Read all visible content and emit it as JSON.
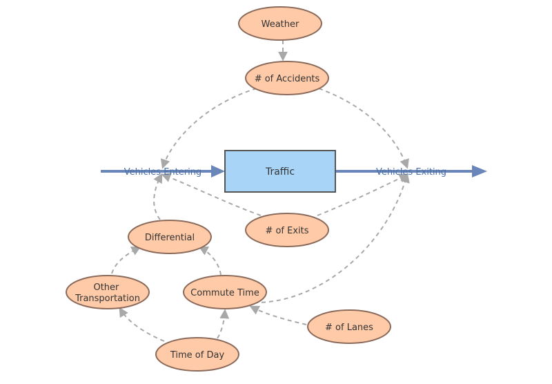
{
  "colors": {
    "aux_fill": "#ffcaa8",
    "aux_stroke": "#8a6a5a",
    "stock_fill": "#a8d4f7",
    "stock_stroke": "#555555",
    "flow": "#6a86b8",
    "link": "#a8a8a8"
  },
  "stock": {
    "label": "Traffic"
  },
  "flows": {
    "entering": "Vehicles Entering",
    "exiting": "Vehicles Exiting"
  },
  "variables": {
    "weather": "Weather",
    "accidents": "# of Accidents",
    "exits": "# of Exits",
    "differential": "Differential",
    "other_transportation": [
      "Other",
      "Transportation"
    ],
    "commute_time": "Commute Time",
    "lanes": "# of Lanes",
    "time_of_day": "Time of Day"
  }
}
